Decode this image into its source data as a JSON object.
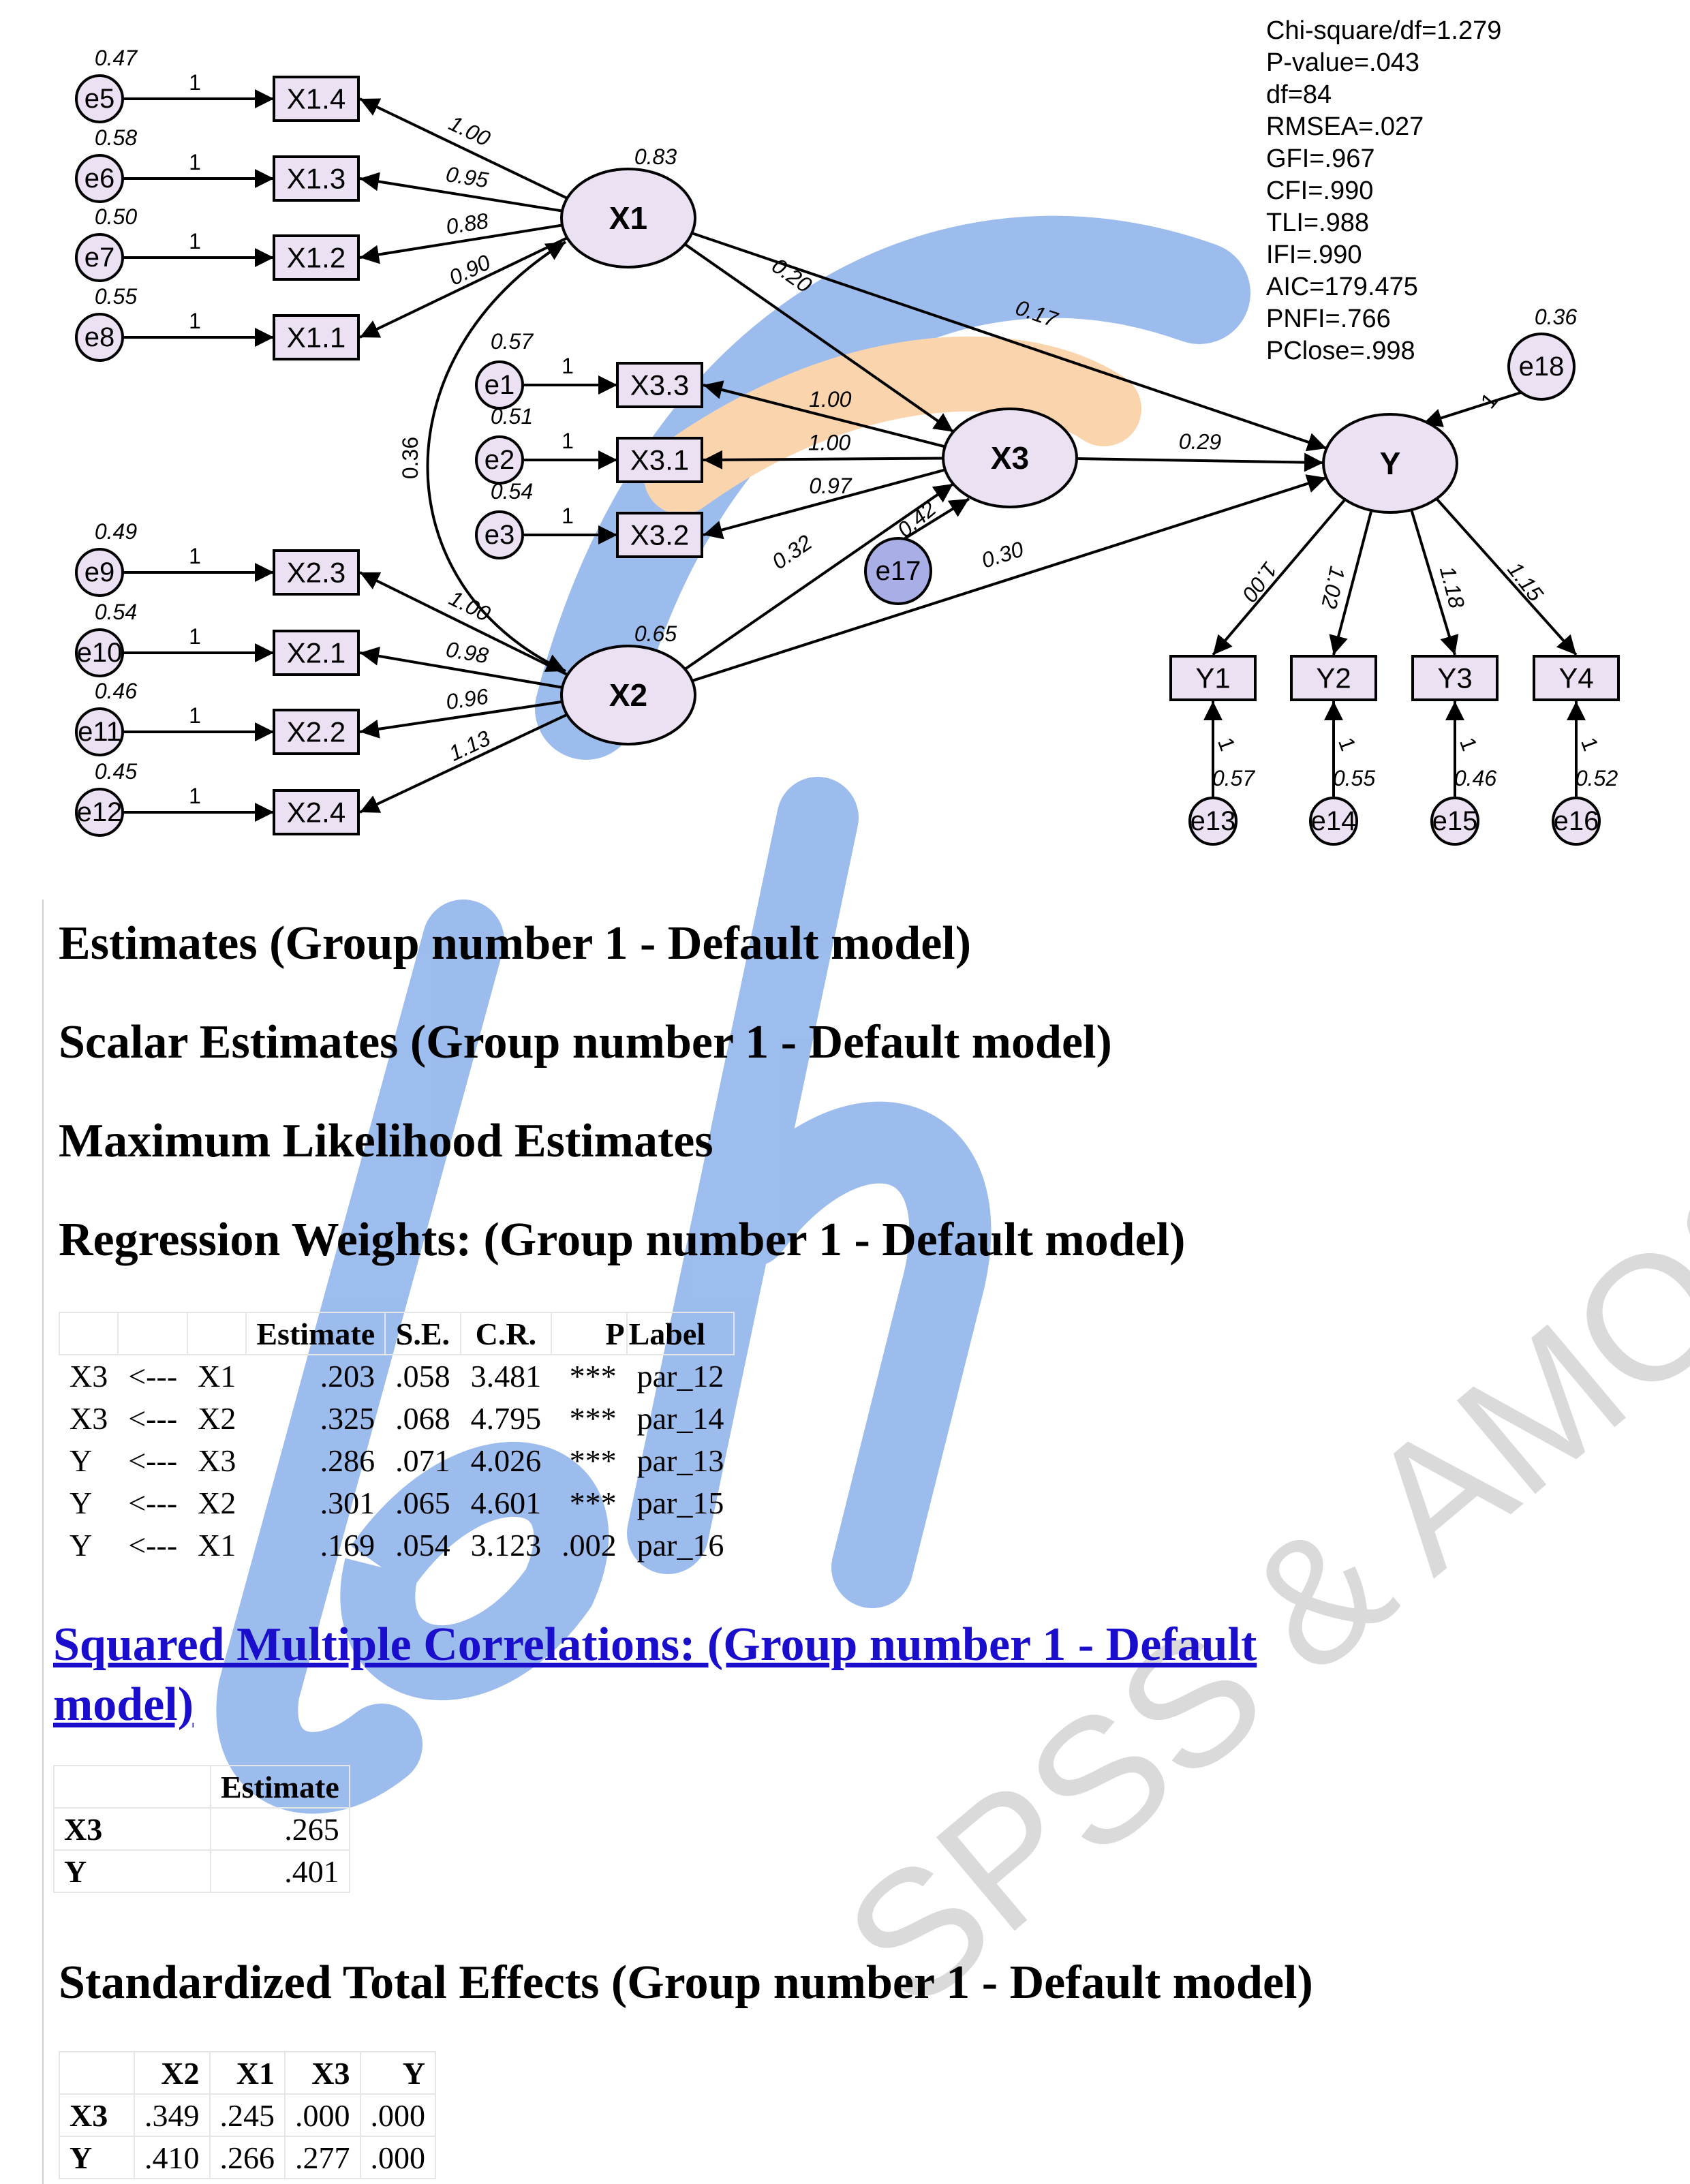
{
  "fit_stats": [
    "Chi-square/df=1.279",
    "P-value=.043",
    "df=84",
    "RMSEA=.027",
    "GFI=.967",
    "CFI=.990",
    "TLI=.988",
    "IFI=.990",
    "AIC=179.475",
    "PNFI=.766",
    "PClose=.998"
  ],
  "latents": {
    "X1": {
      "label": "X1",
      "variance": "0.83"
    },
    "X2": {
      "label": "X2",
      "variance": "0.65"
    },
    "X3": {
      "label": "X3",
      "r2": "0.42"
    },
    "Y": {
      "label": "Y",
      "r2": "0.36"
    }
  },
  "indicators": {
    "X1.4": {
      "label": "X1.4",
      "error": "e5",
      "error_var": "0.47",
      "loading": "1.00"
    },
    "X1.3": {
      "label": "X1.3",
      "error": "e6",
      "error_var": "0.58",
      "loading": "0.95"
    },
    "X1.2": {
      "label": "X1.2",
      "error": "e7",
      "error_var": "0.50",
      "loading": "0.88"
    },
    "X1.1": {
      "label": "X1.1",
      "error": "e8",
      "error_var": "0.55",
      "loading": "0.90"
    },
    "X2.3": {
      "label": "X2.3",
      "error": "e9",
      "error_var": "0.49",
      "loading": "1.00"
    },
    "X2.1": {
      "label": "X2.1",
      "error": "e10",
      "error_var": "0.54",
      "loading": "0.98"
    },
    "X2.2": {
      "label": "X2.2",
      "error": "e11",
      "error_var": "0.46",
      "loading": "0.96"
    },
    "X2.4": {
      "label": "X2.4",
      "error": "e12",
      "error_var": "0.45",
      "loading": "1.13"
    },
    "X3.3": {
      "label": "X3.3",
      "error": "e1",
      "error_var": "0.57",
      "loading": "1.00"
    },
    "X3.1": {
      "label": "X3.1",
      "error": "e2",
      "error_var": "0.51",
      "loading": "1.00"
    },
    "X3.2": {
      "label": "X3.2",
      "error": "e3",
      "error_var": "0.54",
      "loading": "0.97"
    },
    "Y1": {
      "label": "Y1",
      "error": "e13",
      "error_var": "0.57",
      "loading": "1.00"
    },
    "Y2": {
      "label": "Y2",
      "error": "e14",
      "error_var": "0.55",
      "loading": "1.02"
    },
    "Y3": {
      "label": "Y3",
      "error": "e15",
      "error_var": "0.46",
      "loading": "1.18"
    },
    "Y4": {
      "label": "Y4",
      "error": "e16",
      "error_var": "0.52",
      "loading": "1.15"
    }
  },
  "disturbances": {
    "X3": "e17",
    "Y": "e18"
  },
  "fixed_weight": "1",
  "paths": {
    "X1_X3": "0.20",
    "X2_X3": "0.32",
    "X1_Y": "0.17",
    "X2_Y": "0.30",
    "X3_Y": "0.29",
    "X1_X2_cov": "0.36"
  },
  "headings": {
    "estimates": "Estimates (Group number 1 - Default model)",
    "scalar": "Scalar Estimates (Group number 1 - Default model)",
    "ml": "Maximum Likelihood Estimates",
    "regression": "Regression Weights: (Group number 1 - Default model)",
    "smc": "Squared Multiple Correlations: (Group number 1 - Default model)",
    "total": "Standardized Total Effects (Group number 1 - Default model)"
  },
  "regression_table": {
    "headers": [
      "",
      "",
      "",
      "Estimate",
      "S.E.",
      "C.R.",
      "P",
      "Label"
    ],
    "rows": [
      [
        "X3",
        "<---",
        "X1",
        ".203",
        ".058",
        "3.481",
        "***",
        "par_12"
      ],
      [
        "X3",
        "<---",
        "X2",
        ".325",
        ".068",
        "4.795",
        "***",
        "par_14"
      ],
      [
        "Y",
        "<---",
        "X3",
        ".286",
        ".071",
        "4.026",
        "***",
        "par_13"
      ],
      [
        "Y",
        "<---",
        "X2",
        ".301",
        ".065",
        "4.601",
        "***",
        "par_15"
      ],
      [
        "Y",
        "<---",
        "X1",
        ".169",
        ".054",
        "3.123",
        ".002",
        "par_16"
      ]
    ]
  },
  "smc_table": {
    "headers": [
      "",
      "Estimate"
    ],
    "rows": [
      [
        "X3",
        ".265"
      ],
      [
        "Y",
        ".401"
      ]
    ]
  },
  "total_effects_table": {
    "headers": [
      "",
      "X2",
      "X1",
      "X3",
      "Y"
    ],
    "rows": [
      [
        "X3",
        ".349",
        ".245",
        ".000",
        ".000"
      ],
      [
        "Y",
        ".410",
        ".266",
        ".277",
        ".000"
      ]
    ]
  },
  "colors": {
    "latent_fill": "#ece0f3",
    "box_fill": "#ece0f3",
    "e17_fill": "#a9aee6",
    "link": "#1a0dcc",
    "watermark_blue": "#4d86e0",
    "watermark_orange": "#f7b26b",
    "watermark_gray": "#bdbdbd"
  }
}
